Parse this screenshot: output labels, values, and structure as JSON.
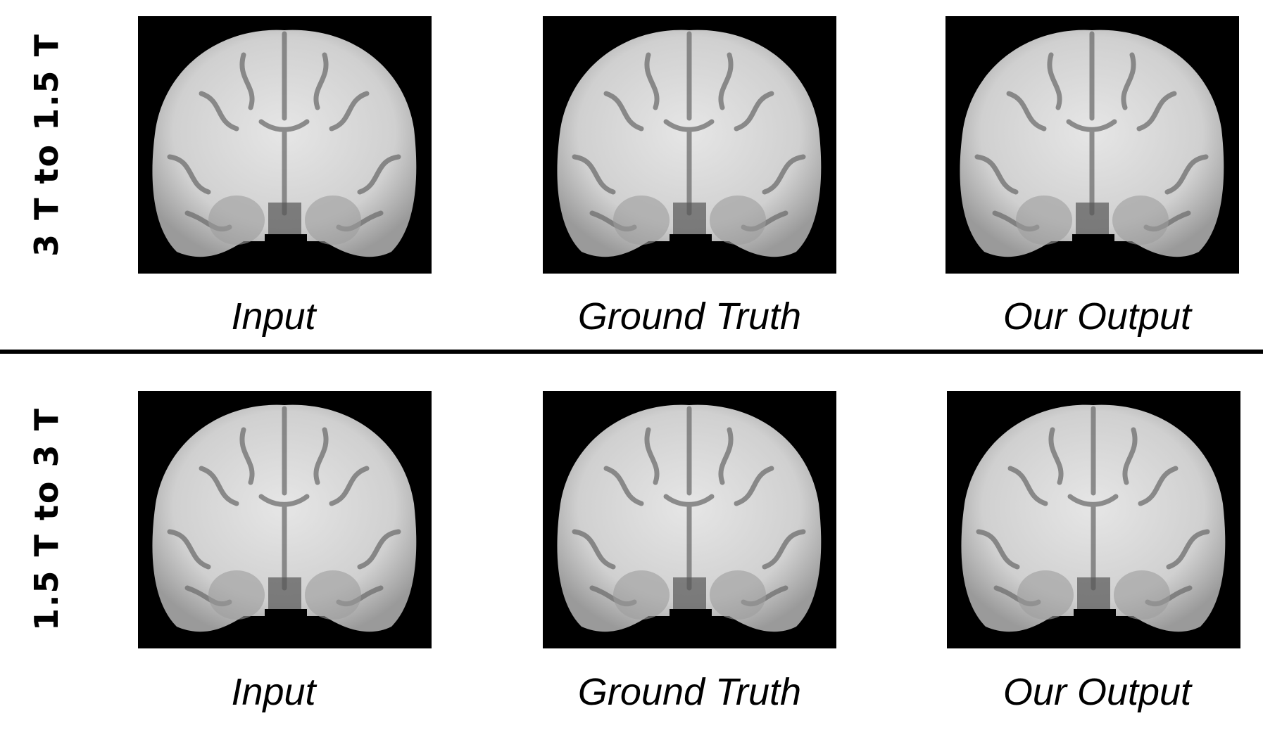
{
  "rows": [
    {
      "label": "3 T  to  1.5 T",
      "captions": [
        "Input",
        "Ground Truth",
        "Our Output"
      ]
    },
    {
      "label": "1.5 T  to  3 T",
      "captions": [
        "Input",
        "Ground Truth",
        "Our Output"
      ]
    }
  ],
  "colors": {
    "background": "#ffffff",
    "panel": "#000000",
    "text": "#000000"
  }
}
